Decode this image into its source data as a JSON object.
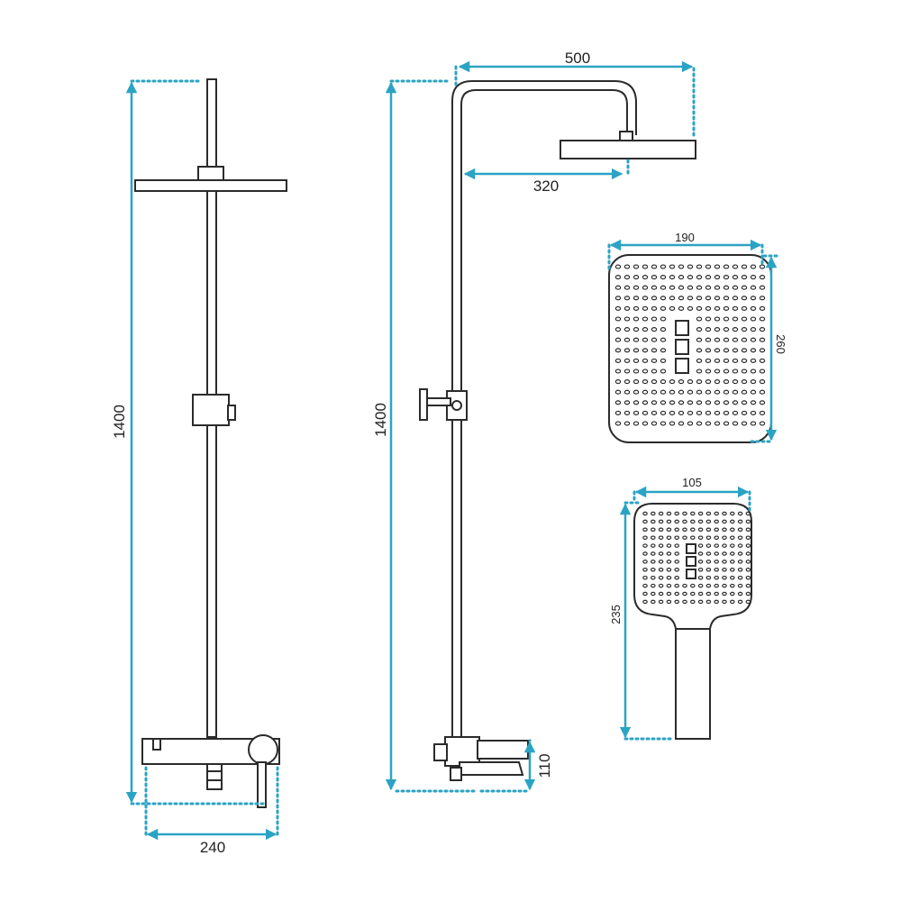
{
  "accent_color": "#2ba3c4",
  "line_color": "#2b2b2b",
  "dimensions": {
    "front_height": "1400",
    "front_base_width": "240",
    "side_height": "1400",
    "arm_length": "500",
    "head_offset": "320",
    "spout_height": "110",
    "overhead_width": "190",
    "overhead_depth": "260",
    "handheld_width": "105",
    "handheld_length": "235"
  }
}
